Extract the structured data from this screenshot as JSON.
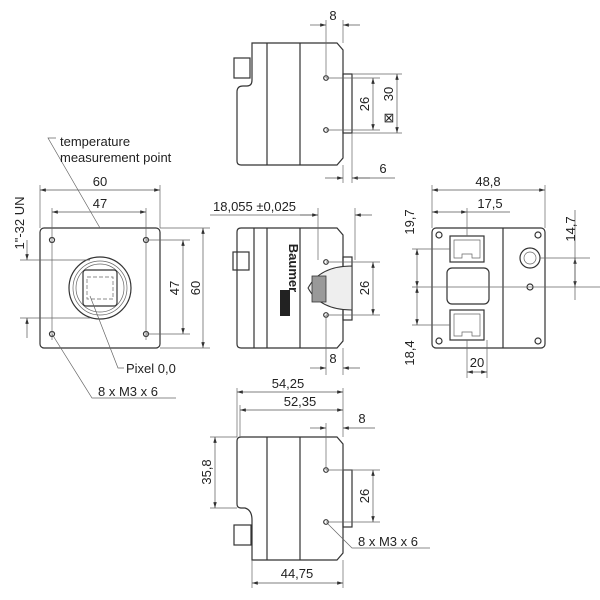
{
  "labels": {
    "temperature_point_line1": "temperature",
    "temperature_point_line2": "measurement point",
    "front_width": "60",
    "front_hole_spacing_h": "47",
    "front_hole_spacing_v": "47",
    "front_height": "60",
    "thread": "1\"-32 UN",
    "pixel_origin": "Pixel 0,0",
    "front_screws": "8 x M3 x 6",
    "top_hole_offset": "8",
    "top_hole_spacing": "26",
    "top_flange_size": "30",
    "top_flange_symbol": "⊠",
    "top_flange_depth": "6",
    "flange_focal": "18,055 ±0,025",
    "side_hole_spacing": "26",
    "side_hole_offset": "8",
    "brand": "Baumer",
    "rear_width": "48,8",
    "rear_rj45_offset": "17,5",
    "rear_top_offset": "19,7",
    "rear_bottom_offset": "18,4",
    "rear_connector_offset": "14,7",
    "rear_rj45_spacing": "20",
    "bottom_length_total": "54,25",
    "bottom_length_body": "52,35",
    "bottom_hole_offset": "8",
    "bottom_step_height": "35,8",
    "bottom_hole_spacing": "26",
    "bottom_screws": "8 x M3 x 6",
    "bottom_length_rear": "44,75"
  }
}
